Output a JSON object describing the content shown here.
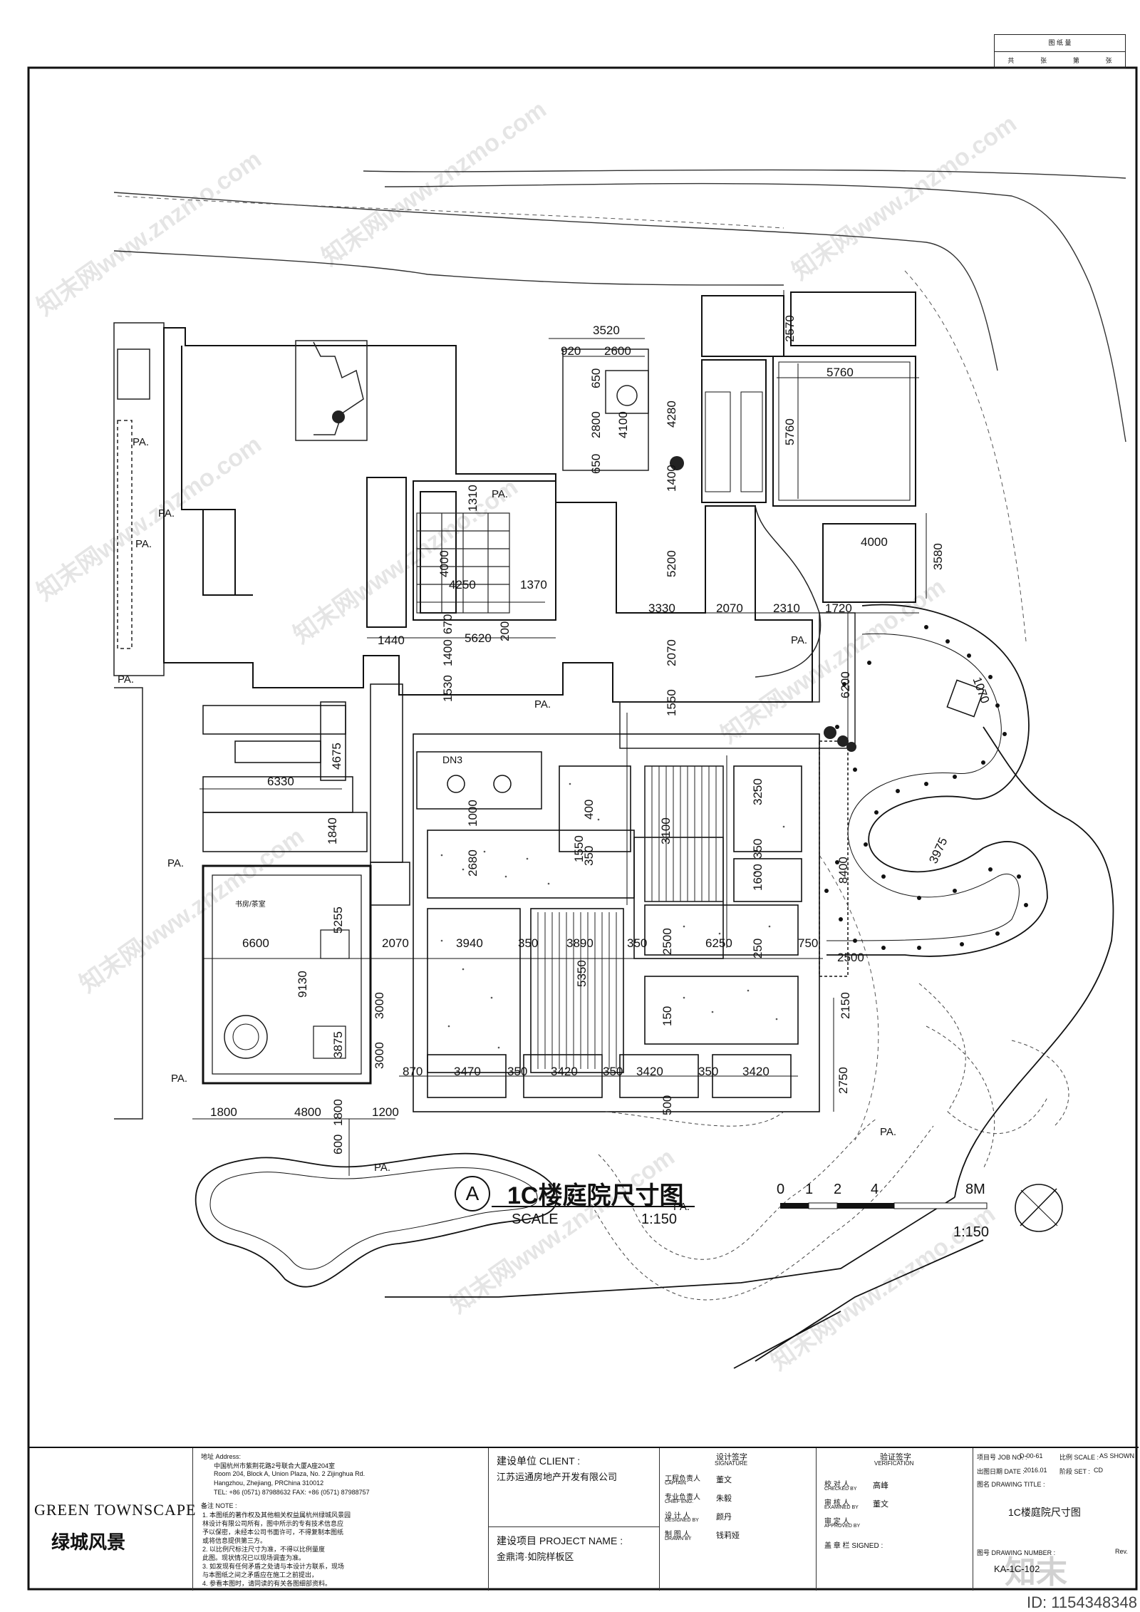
{
  "sheet_box": {
    "row1": "图 纸 量",
    "row2": [
      "共",
      "张",
      "第",
      "张"
    ]
  },
  "dimensions": [
    "3520",
    "920",
    "2600",
    "2570",
    "5760",
    "5760",
    "650",
    "2800",
    "4100",
    "4280",
    "650",
    "1310",
    "1400",
    "4000",
    "4250",
    "1370",
    "3580",
    "4000",
    "5200",
    "3330",
    "2070",
    "2310",
    "1720",
    "670",
    "1400",
    "5620",
    "200",
    "1440",
    "1530",
    "2070",
    "1550",
    "6200",
    "1070",
    "4675",
    "6330",
    "1840",
    "1000",
    "2680",
    "3000",
    "1550",
    "3250",
    "3100",
    "1600",
    "350",
    "3975",
    "8400",
    "5255",
    "6600",
    "2070",
    "3940",
    "350",
    "3890",
    "350",
    "2500",
    "6250",
    "750",
    "2500",
    "9130",
    "5350",
    "2150",
    "3875",
    "3000",
    "870",
    "3470",
    "350",
    "3420",
    "350",
    "3420",
    "350",
    "3420",
    "2750",
    "1800",
    "4800",
    "1800",
    "1200",
    "600",
    "500",
    "400",
    "150",
    "350",
    "250"
  ],
  "labels": {
    "pa": "PA.",
    "dn3": "DN3",
    "room": "书房/茶室"
  },
  "title": {
    "circle": "A",
    "main": "1C楼庭院尺寸图",
    "scale_label": "SCALE",
    "scale_value": "1:150"
  },
  "scalebar": {
    "ticks": [
      "0",
      "1",
      "2",
      "4",
      "8M"
    ],
    "ratio": "1:150"
  },
  "title_block": {
    "company_logo": "GREEN TOWNSCAPE",
    "company_logo_cn": "绿城风景",
    "address_label": "地址 Address:",
    "address_cn": "中国杭州市紫荆花路2号联合大厦A座204室",
    "address_en1": "Room 204, Block A, Union Plaza, No. 2 Zijinghua Rd.",
    "address_en2": "Hangzhou, Zhejiang, PRChina 310012",
    "tel": "TEL: +86 (0571) 87988632   FAX: +86 (0571) 87988757",
    "notes_label": "备注 NOTE :",
    "notes": [
      "1. 本图纸的著作权及其他相关权益属杭州绿城风景园",
      "   林设计有限公司所有，图中所示的专有技术信息应",
      "   予以保密，未经本公司书面许可，不得复制本图纸",
      "   或将信息提供第三方。",
      "2. 以比例尺标注尺寸为准，不得以比例量度",
      "   此图。现状情况已以现场调查为准。",
      "3. 如发现有任何矛盾之处请与本设计方联系，现场",
      "   与本图纸之间之矛盾应在施工之前提出，",
      "4. 参看本图时，请同读的有关各图细部资料。"
    ],
    "client_label": "建设单位 CLIENT :",
    "client": "江苏运通房地产开发有限公司",
    "project_label": "建设项目 PROJECT NAME :",
    "project": "金鼎湾·如院样板区",
    "signature_header": "设计签字",
    "signature_header_en": "SIGNATURE",
    "verification_header": "验证签字",
    "verification_header_en": "VERIFICATION",
    "roles": [
      {
        "cn": "工程负责人",
        "en": "CAPTAIN",
        "name": "董文"
      },
      {
        "cn": "专业负责人",
        "en": "CHIEF ENG.",
        "name": "朱毅"
      },
      {
        "cn": "设 计 人",
        "en": "DESIGNED BY",
        "name": "颜丹"
      },
      {
        "cn": "制 图 人",
        "en": "DRAWN BY",
        "name": "钱莉娅"
      }
    ],
    "verifiers": [
      {
        "cn": "校 对 人",
        "en": "CHECKED BY",
        "name": "高峰"
      },
      {
        "cn": "审 核 人",
        "en": "EXAMINED BY",
        "name": "董文"
      },
      {
        "cn": "审 定 人",
        "en": "APPROVED BY",
        "name": ""
      }
    ],
    "stamp_label": "盖 章 栏 SIGNED :",
    "job_no_label": "项目号 JOB NO. :",
    "job_no": "D-00-61",
    "scale_label": "比例 SCALE :",
    "scale": "AS SHOWN",
    "date_label": "出图日期 DATE :",
    "date": "2016.01",
    "stage_label": "阶段 SET :",
    "stage": "CD",
    "drawing_title_label": "图名 DRAWING TITLE :",
    "drawing_title": "1C楼庭院尺寸图",
    "drawing_no_label": "图号 DRAWING NUMBER :",
    "drawing_no": "KA-1C-102",
    "rev_label": "Rev."
  },
  "footer_id": "ID: 1154348348",
  "watermark": "知末网www.znzmo.com",
  "watermark_big": "知末"
}
